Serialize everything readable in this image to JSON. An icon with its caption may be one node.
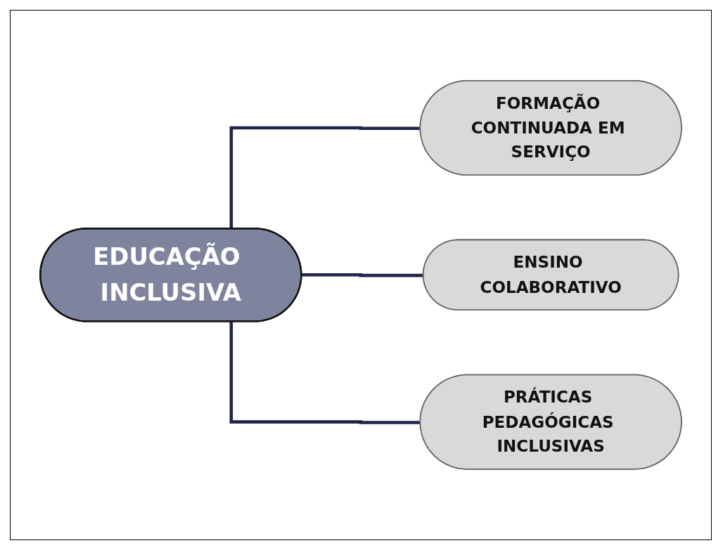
{
  "diagram": {
    "nodes": [
      {
        "text": [
          "EDUCAÇÃO INCLUSIVA"
        ]
      },
      {
        "text": [
          "FORMAÇÃO CONTINUADA EM SERVIÇO"
        ]
      },
      {
        "text": [
          "ENSINO COLABORATIVO"
        ]
      },
      {
        "text": [
          "PRÁTICAS PEDAGÓGICAS INCLUSIVAS"
        ]
      }
    ],
    "edges": [
      {
        "from": 0,
        "to": 1,
        "arrow": "none"
      },
      {
        "from": 0,
        "to": 2,
        "arrow": "none"
      },
      {
        "from": 0,
        "to": 3,
        "arrow": "none"
      }
    ]
  }
}
